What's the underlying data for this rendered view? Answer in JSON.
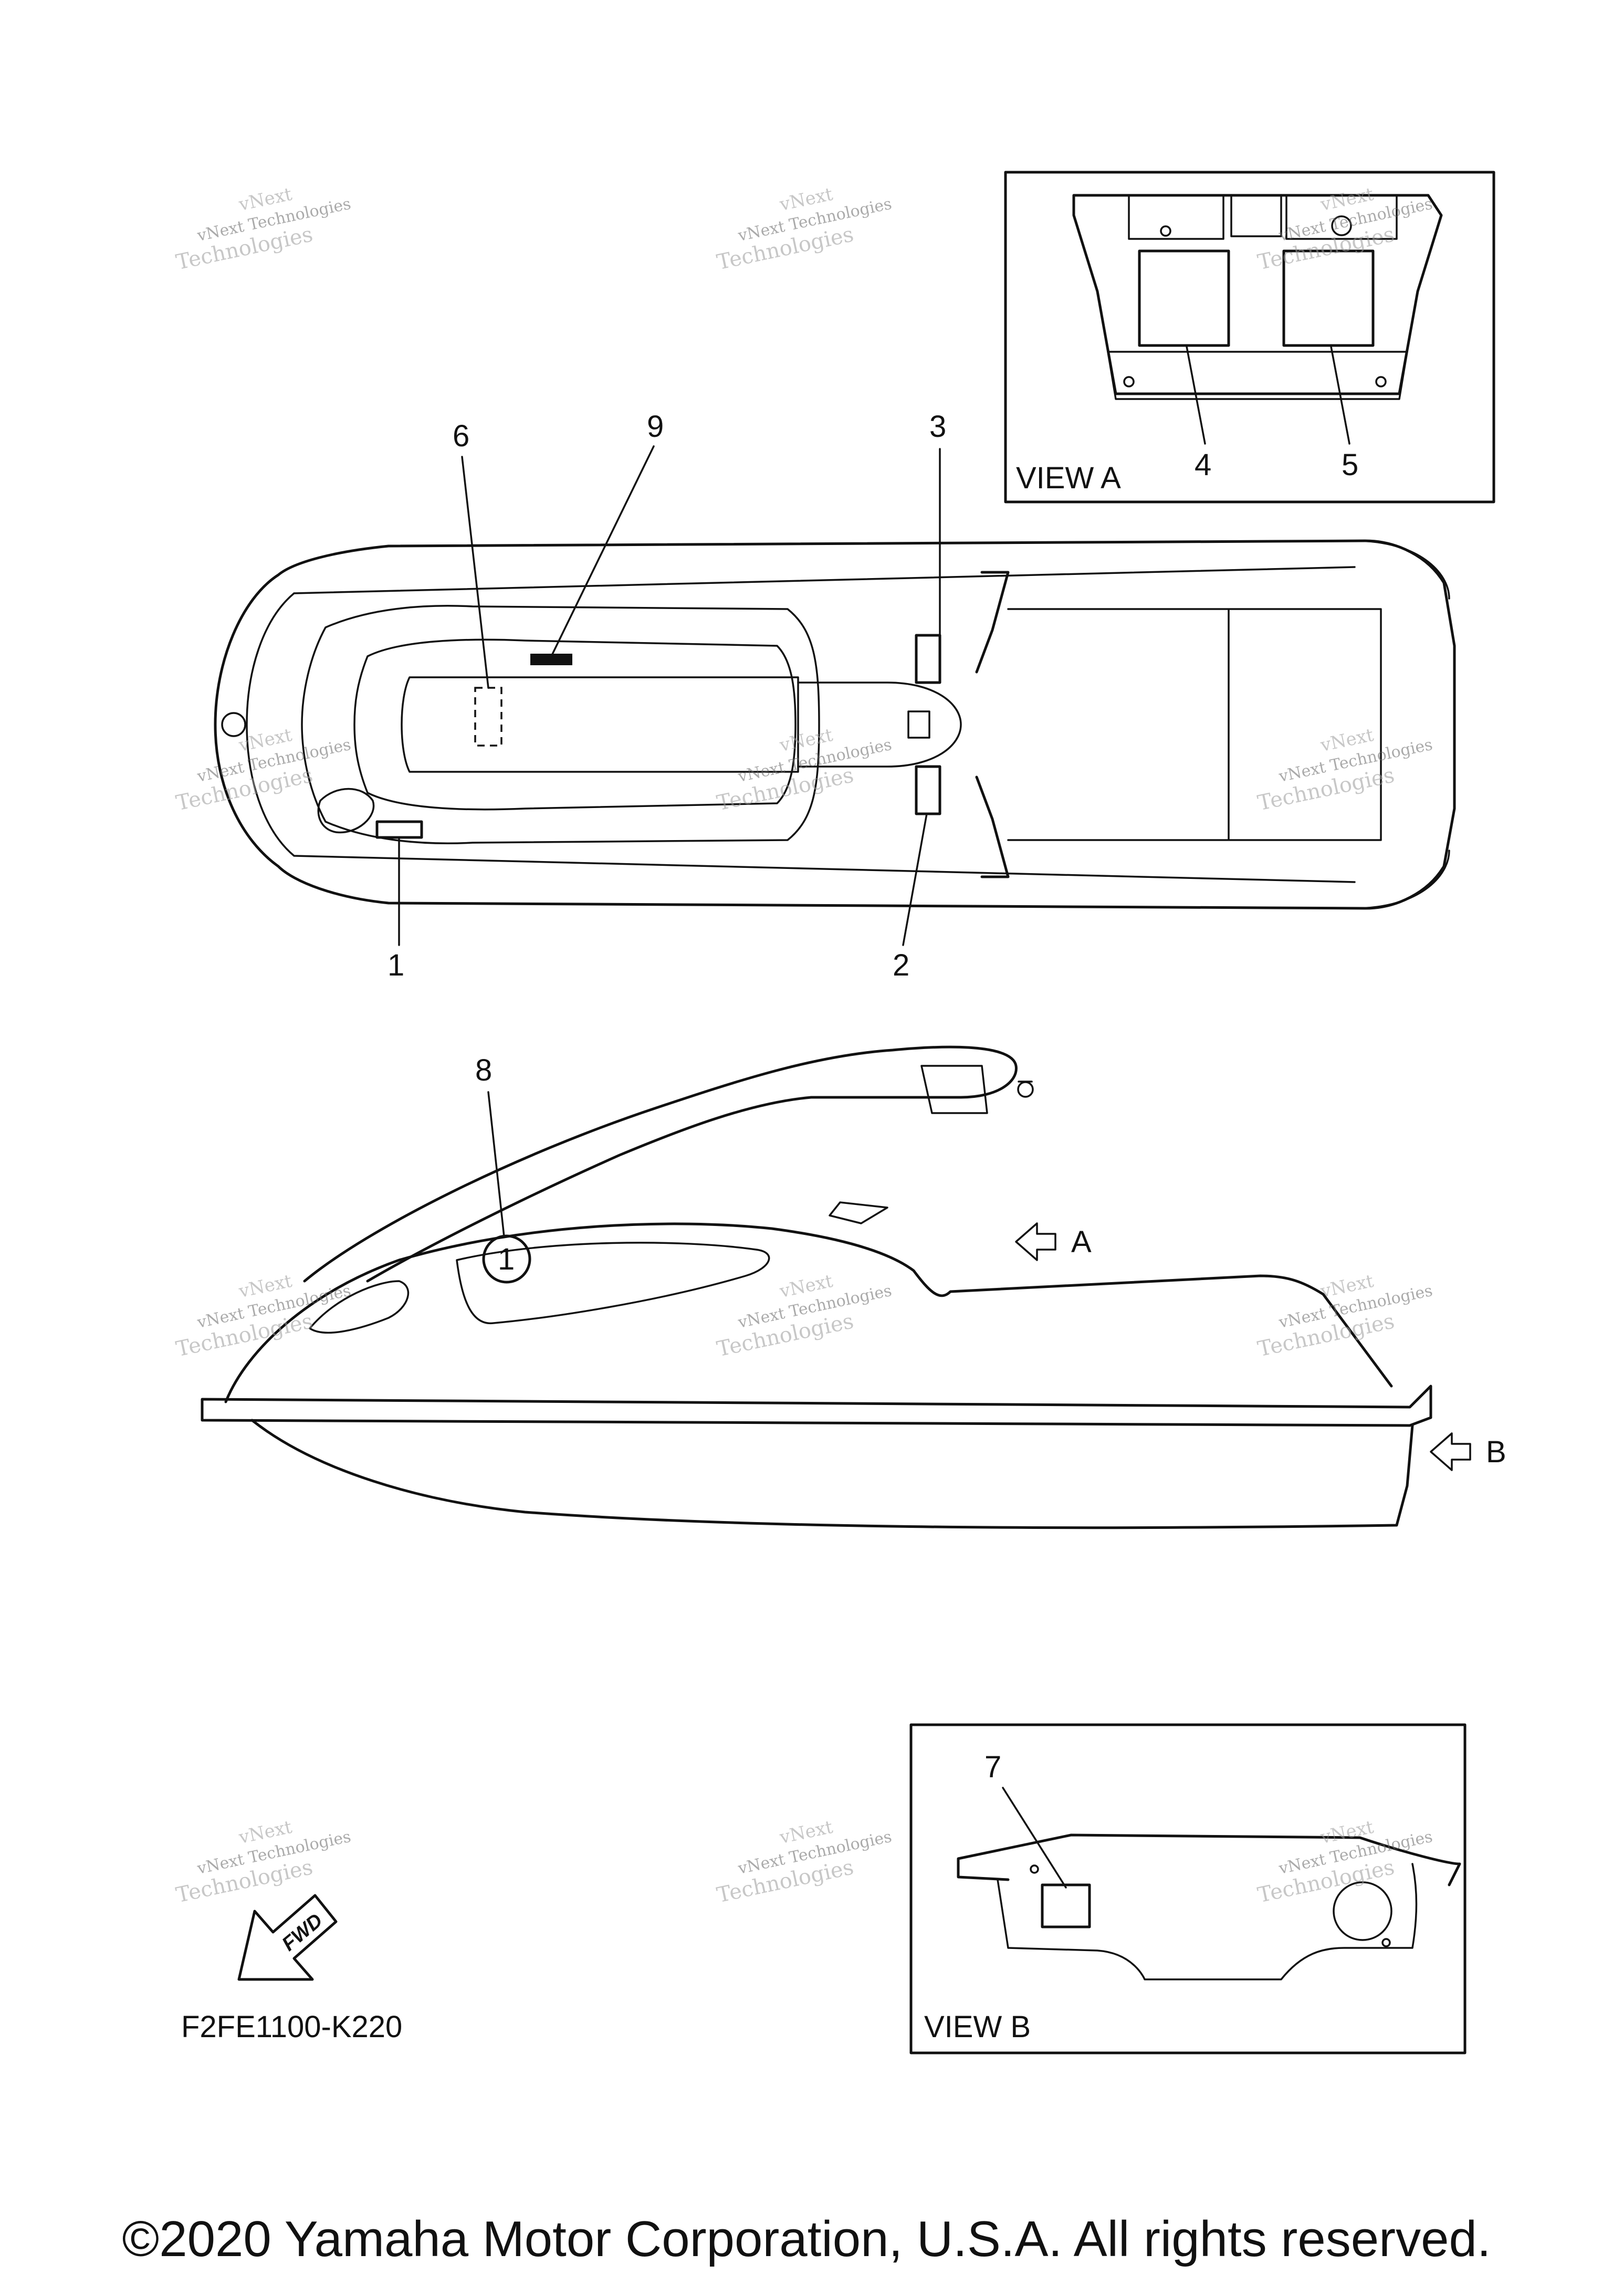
{
  "callouts": [
    "1",
    "2",
    "3",
    "4",
    "5",
    "6",
    "7",
    "8",
    "9"
  ],
  "view_a_label": "VIEW A",
  "view_b_label": "VIEW B",
  "arrow_a_label": "A",
  "arrow_b_label": "B",
  "fwd_label": "FWD",
  "part_code": "F2FE1100-K220",
  "copyright": "©2020 Yamaha Motor Corporation, U.S.A. All rights reserved.",
  "watermark": {
    "line1": "vNext",
    "line2": "vNext Technologies",
    "line3": "Technologies"
  }
}
